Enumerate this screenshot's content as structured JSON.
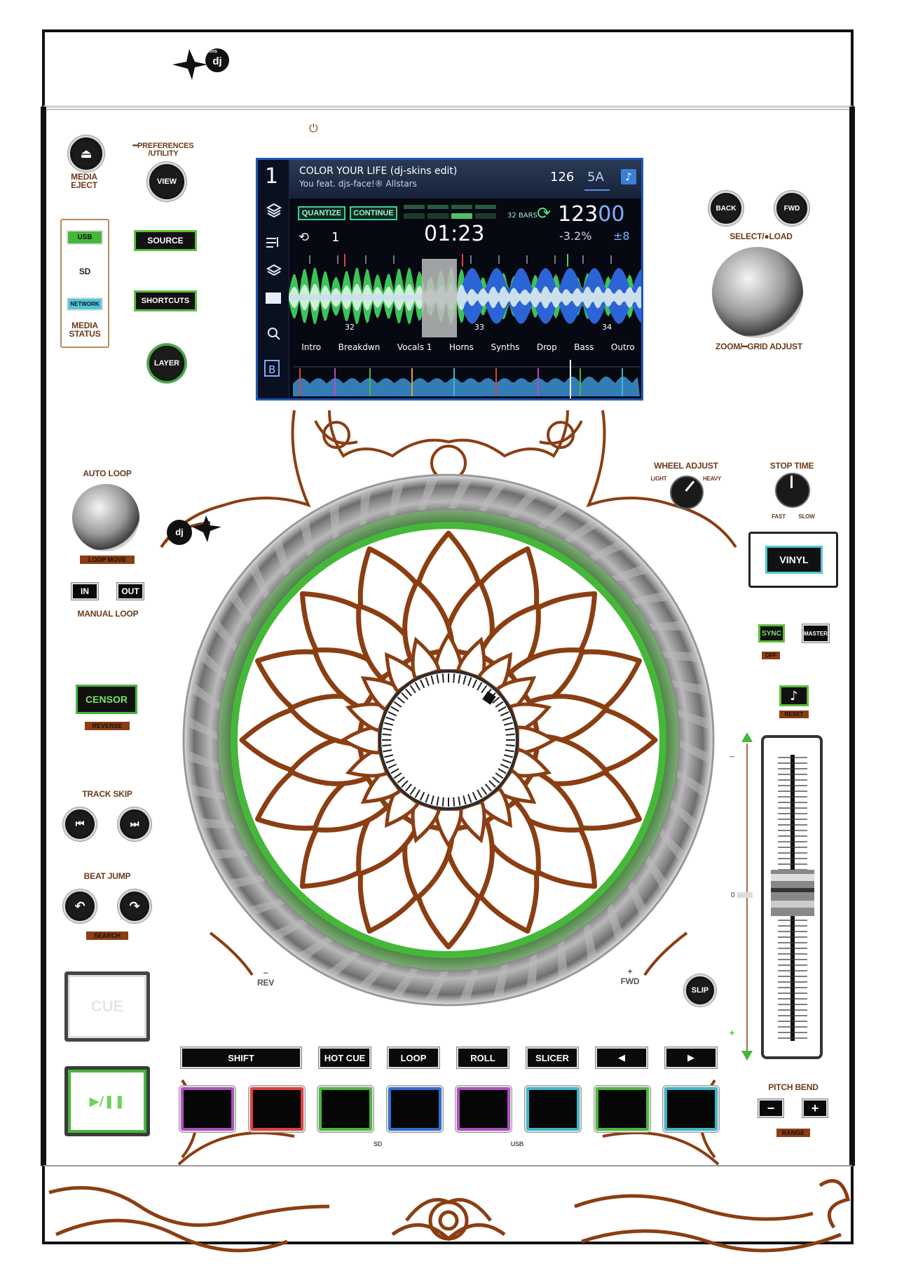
{
  "brand": {
    "logo_text": "skins"
  },
  "left": {
    "media_eject": "MEDIA\nEJECT",
    "preferences": "━PREFERENCES\n/UTILITY",
    "view": "VIEW",
    "media_status": {
      "usb": "USB",
      "sd": "SD",
      "network": "NETWORK",
      "label": "MEDIA\nSTATUS"
    },
    "source": "SOURCE",
    "shortcuts": "SHORTCUTS",
    "layer": "LAYER",
    "auto_loop": "AUTO LOOP",
    "loop_move": "LOOP MOVE",
    "in": "IN",
    "out": "OUT",
    "manual_loop": "MANUAL LOOP",
    "censor": "CENSOR",
    "reverse": "REVERSE",
    "track_skip": "TRACK SKIP",
    "beat_jump": "BEAT JUMP",
    "search": "SEARCH",
    "cue": "CUE",
    "play_pause": "▶/❚❚"
  },
  "screen": {
    "deck_number": "1",
    "track_title": "COLOR YOUR LIFE (dj-skins edit)",
    "artist": "You feat. djs-face!® Allstars",
    "bpm_small": "126",
    "key": "5A",
    "quantize": "QUANTIZE",
    "continue": "CONTINUE",
    "bars": "32 BARS",
    "bpm_main": "123",
    "bpm_decimal": "00",
    "loop_count": "1",
    "time": "01:23",
    "pitch": "-3.2%",
    "pitch_range": "±8",
    "beat_markers": [
      "32",
      "33",
      "34"
    ],
    "sections": [
      "Intro",
      "Breakdwn",
      "Vocals 1",
      "Horns",
      "Synths",
      "Drop",
      "Bass",
      "Outro"
    ],
    "sidebar_letter": "B"
  },
  "right": {
    "back": "BACK",
    "fwd": "FWD",
    "select_load": "SELECT/●LOAD",
    "zoom_grid": "ZOOM/━GRID ADJUST",
    "wheel_adjust": "WHEEL ADJUST",
    "light": "LIGHT",
    "heavy": "HEAVY",
    "stop_time": "STOP TIME",
    "fast": "FAST",
    "slow": "SLOW",
    "vinyl": "VINYL",
    "sync": "SYNC",
    "master": "MASTER",
    "off": "OFF",
    "key_icon": "♪",
    "reset": "RESET",
    "pitch_bend": "PITCH BEND",
    "minus": "−",
    "plus": "+",
    "range": "RANGE",
    "slip": "SLIP",
    "fader_zero": "0"
  },
  "wheel": {
    "rev": "REV",
    "fwd": "FWD",
    "rev_sign": "−",
    "fwd_sign": "+"
  },
  "pads": {
    "modes": [
      "SHIFT",
      "HOT CUE",
      "LOOP",
      "ROLL",
      "SLICER",
      "◀",
      "▶"
    ],
    "colors": [
      "#b04fc0",
      "#e0403c",
      "#4bb83a",
      "#2f6fd1",
      "#b04fc0",
      "#3fb7c8",
      "#4bb83a",
      "#3fb7c8"
    ],
    "sd": "SD",
    "usb": "USB"
  },
  "colors": {
    "accent_green": "#35b134",
    "henna": "#8b3e12",
    "screen_border": "#1d57b9"
  }
}
